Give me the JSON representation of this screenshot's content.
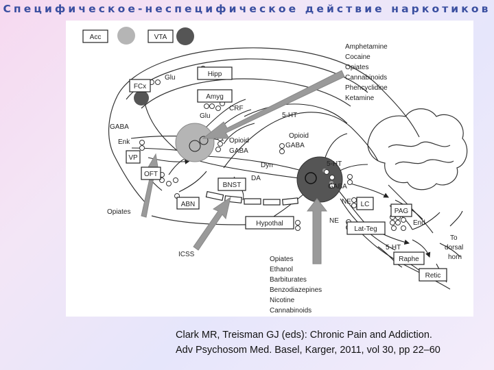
{
  "title": "Специфическое-неспецифическое действие наркотиков",
  "legend": {
    "acc": "Acc",
    "vta": "VTA"
  },
  "boxes": {
    "acc": "Acc",
    "vta": "VTA",
    "fcx": "FCx",
    "hipp": "Hipp",
    "amyg": "Amyg",
    "vp": "VP",
    "oft": "OFT",
    "bnst": "BNST",
    "abn": "ABN",
    "hypothal": "Hypothal",
    "lc": "LC",
    "lat_teg": "Lat-Teg",
    "pag": "PAG",
    "raphe": "Raphe",
    "retic": "Retic"
  },
  "labels": {
    "glu_top": "Glu",
    "gaba_left": "GABA",
    "enk": "Enk",
    "crf": "CRF",
    "glu_amyg": "Glu",
    "ht5_top": "5-HT",
    "opioid_a": "Opioid",
    "gaba_a": "GABA",
    "opioid_b": "Opioid",
    "gaba_b": "GABA",
    "dyn": "Dyn",
    "da": "DA",
    "ht5_vta": "5-HT",
    "gaba_vta": "GABA",
    "ne_a": "NE",
    "ne_b": "NE",
    "end": "End",
    "to": "To",
    "dorsal": "dorsal",
    "horn": "horn",
    "ht5_raphe": "5-HT",
    "opiates_left": "Opiates",
    "icss": "ICSS"
  },
  "drug_list_top": [
    "Amphetamine",
    "Cocaine",
    "Opiates",
    "Cannabinoids",
    "Phencyclidine",
    "Ketamine"
  ],
  "drug_list_bottom": [
    "Opiates",
    "Ethanol",
    "Barbiturates",
    "Benzodiazepines",
    "Nicotine",
    "Cannabinoids"
  ],
  "citation": {
    "line1": "Clark MR, Treisman GJ (eds): Chronic Pain and Addiction.",
    "line2": "Adv Psychosom Med. Basel, Karger, 2011, vol 30, pp 22–60"
  },
  "colors": {
    "title": "#3a4fa0",
    "acc_fill": "#b5b5b5",
    "vta_fill": "#555555",
    "arrow": "#9a9a9a"
  }
}
